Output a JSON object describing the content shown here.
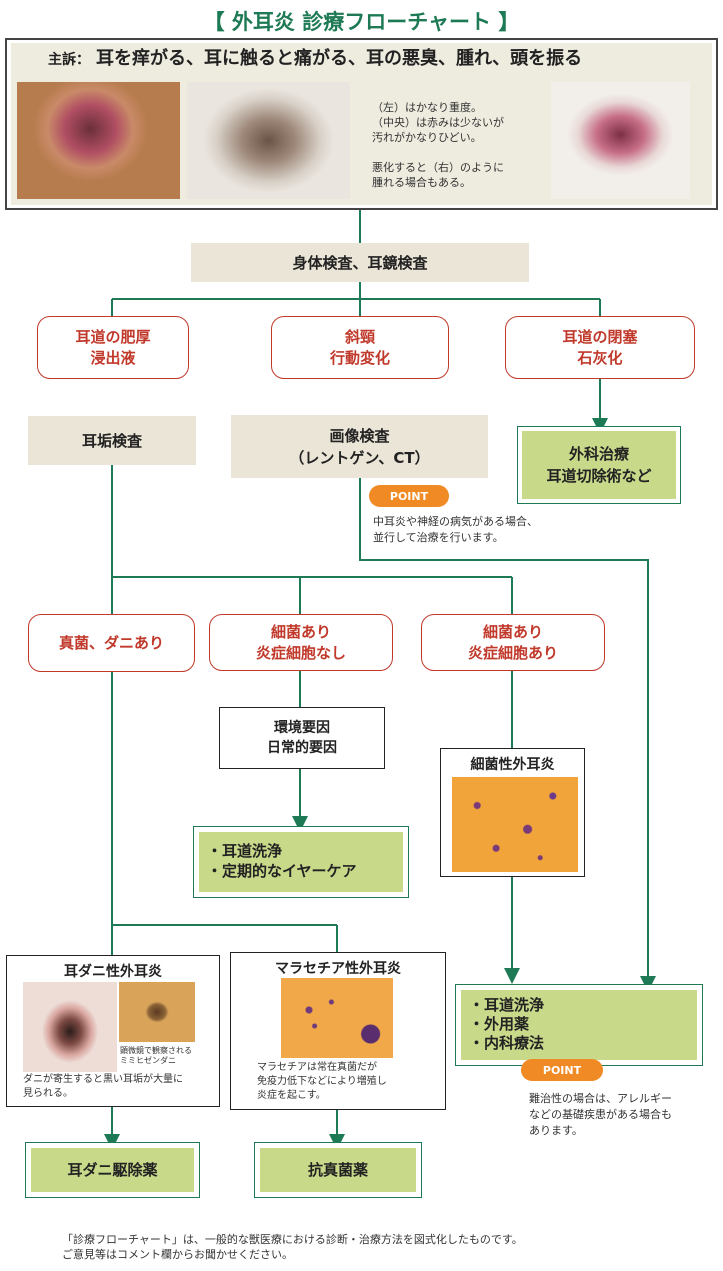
{
  "title": "【 外耳炎 診療フローチャート 】",
  "complaint": {
    "label": "主訴：",
    "text": "耳を痒がる、耳に触ると痛がる、耳の悪臭、腫れ、頭を振る",
    "notes": [
      "（左）はかなり重度。",
      "（中央）は赤みは少ないが",
      "汚れがかなりひどい。",
      "",
      "悪化すると（右）のように",
      "腫れる場合もある。"
    ]
  },
  "exam": "身体検査、耳鏡検査",
  "branches": {
    "left": [
      "耳道の肥厚",
      "浸出液"
    ],
    "middle": [
      "斜頸",
      "行動変化"
    ],
    "right": [
      "耳道の閉塞",
      "石灰化"
    ]
  },
  "ear_wax_test": "耳垢検査",
  "imaging": [
    "画像検査",
    "（レントゲン、CT）"
  ],
  "surgery": [
    "外科治療",
    "耳道切除術など"
  ],
  "point_label": "POINT",
  "point1": [
    "中耳炎や神経の病気がある場合、",
    "並行して治療を行います。"
  ],
  "findings": {
    "fungus": "真菌、ダニあり",
    "bacteria_no": [
      "細菌あり",
      "炎症細胞なし"
    ],
    "bacteria_yes": [
      "細菌あり",
      "炎症細胞あり"
    ]
  },
  "environment": [
    "環境要因",
    "日常的要因"
  ],
  "care": [
    "・耳道洗浄",
    "・定期的なイヤーケア"
  ],
  "bacterial_otitis": "細菌性外耳炎",
  "mite_otitis": {
    "title": "耳ダニ性外耳炎",
    "caption": [
      "顕微鏡で観察される",
      "ミミヒゼンダニ"
    ],
    "note": [
      "ダニが寄生すると黒い耳垢が大量に",
      "見られる。"
    ]
  },
  "malassezia": {
    "title": "マラセチア性外耳炎",
    "note": [
      "マラセチアは常在真菌だが",
      "免疫力低下などにより増殖し",
      "炎症を起こす。"
    ]
  },
  "treatment": [
    "・耳道洗浄",
    "・外用薬",
    "・内科療法"
  ],
  "point2": [
    "難治性の場合は、アレルギー",
    "などの基礎疾患がある場合も",
    "あります。"
  ],
  "mite_drug": "耳ダニ駆除薬",
  "antifungal": "抗真菌薬",
  "footer": [
    "「診療フローチャート」は、一般的な獣医療における診断・治療方法を図式化したものです。",
    "ご意見等はコメント欄からお聞かせください。"
  ],
  "colors": {
    "green": "#1e7a55",
    "red": "#c0392b",
    "beige": "#ebe5d7",
    "lightgreen": "#c8d98a",
    "orange": "#f08a24"
  }
}
